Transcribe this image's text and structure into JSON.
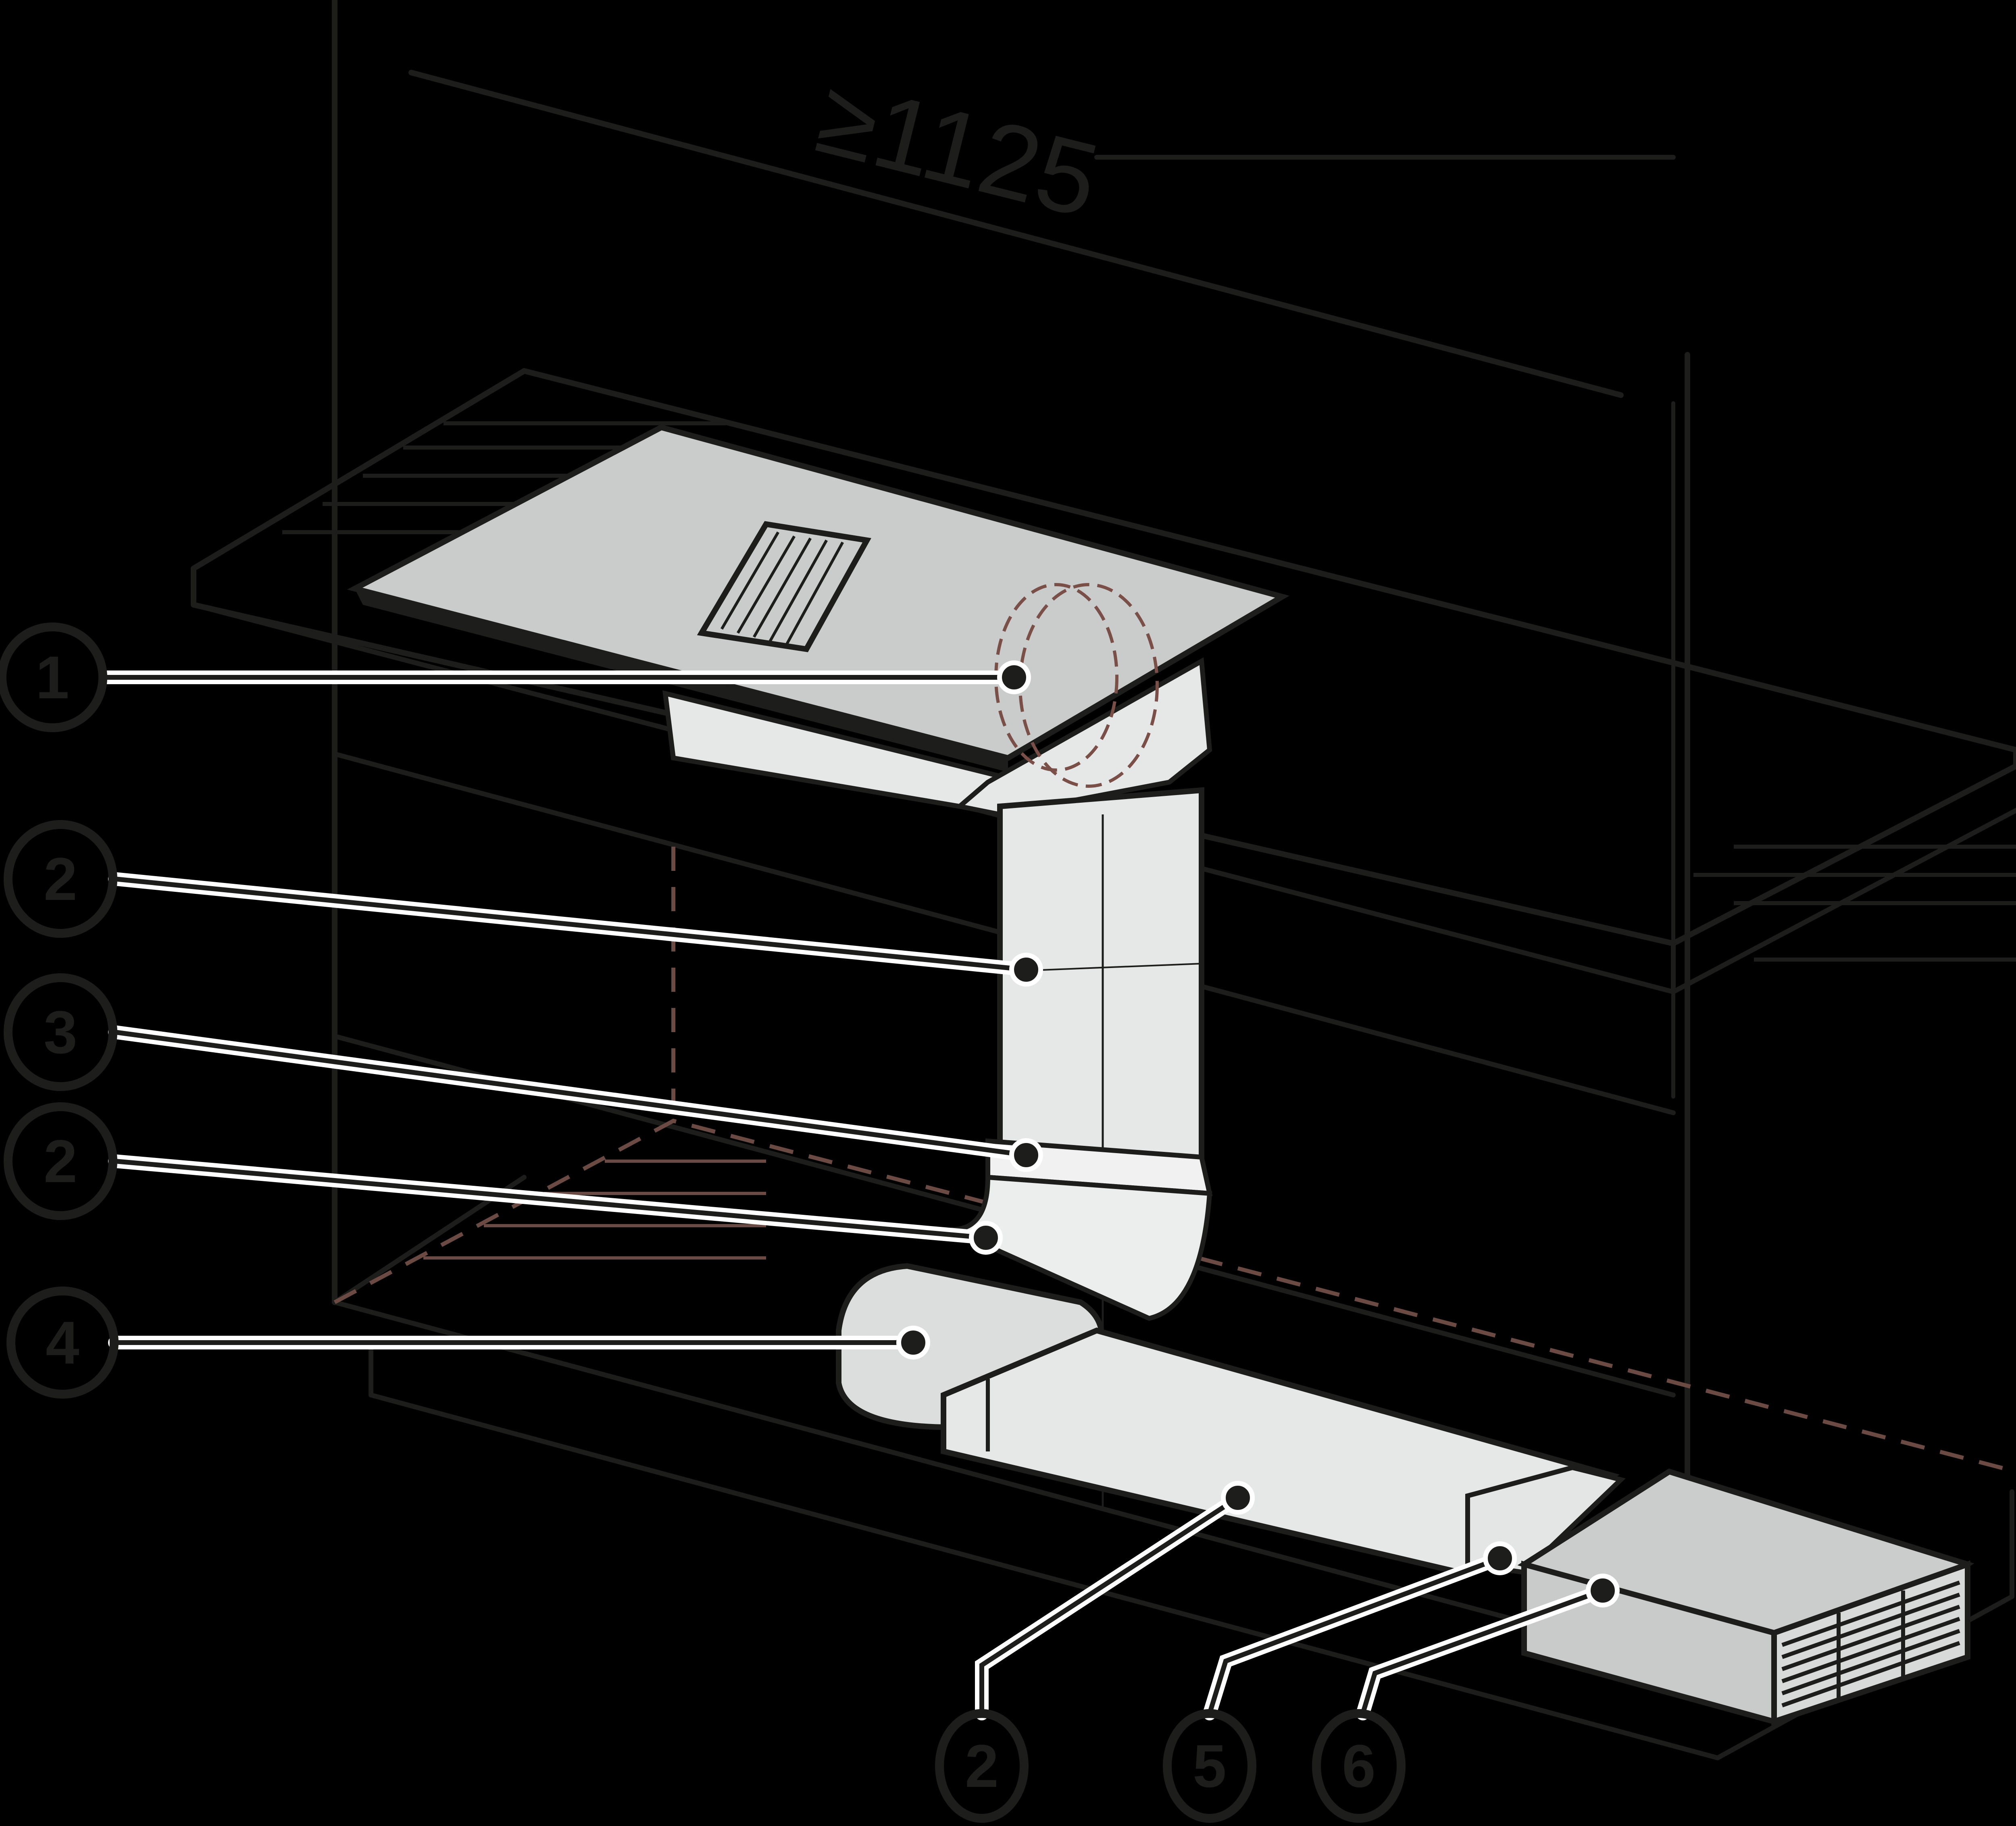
{
  "diagram": {
    "type": "installation-drawing",
    "subject": "downdraft cooktop with ducting to external wall grille",
    "dimension": {
      "label": "≥1125",
      "unit_implied": "mm"
    },
    "colors": {
      "background": "#000000",
      "linework": "#1d1d1b",
      "cooktop_surface": "#c9ccca",
      "duct_fill": "#e6e8e7",
      "hidden_fan_dashed": "#7a4f47",
      "leader_halo": "#ffffff"
    },
    "callouts": [
      {
        "id": "c1",
        "label": "1",
        "component": "cooktop-fan-outlet"
      },
      {
        "id": "c2a",
        "label": "2",
        "component": "flat-duct-vertical"
      },
      {
        "id": "c3",
        "label": "3",
        "component": "duct-connector"
      },
      {
        "id": "c2b",
        "label": "2",
        "component": "flat-duct-short"
      },
      {
        "id": "c4",
        "label": "4",
        "component": "flat-duct-elbow"
      },
      {
        "id": "c2c",
        "label": "2",
        "component": "flat-duct-horizontal"
      },
      {
        "id": "c5",
        "label": "5",
        "component": "duct-adapter"
      },
      {
        "id": "c6",
        "label": "6",
        "component": "wall-box-with-grille"
      }
    ]
  }
}
